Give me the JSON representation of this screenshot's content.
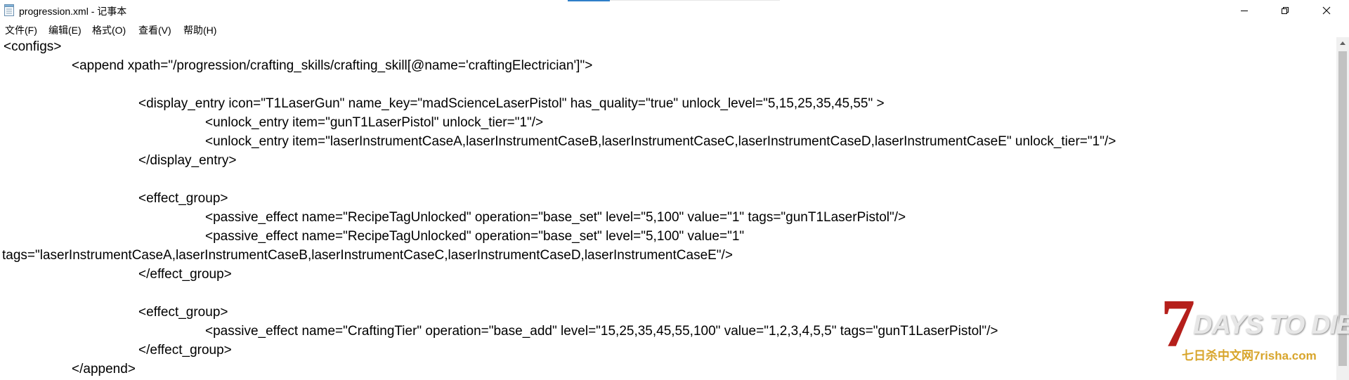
{
  "window": {
    "title": "progression.xml - 记事本",
    "icons": {
      "app": "notepad-icon",
      "minimize": "minimize-icon",
      "maximize": "restore-icon",
      "close": "close-icon"
    }
  },
  "menu": {
    "items": [
      {
        "label": "文件(F)"
      },
      {
        "label": "编辑(E)"
      },
      {
        "label": "格式(O)"
      },
      {
        "label": "查看(V)"
      },
      {
        "label": "帮助(H)"
      }
    ]
  },
  "editor": {
    "lines": [
      "<configs>",
      "<append xpath=\"/progression/crafting_skills/crafting_skill[@name='craftingElectrician']\">",
      "",
      "<display_entry icon=\"T1LaserGun\" name_key=\"madScienceLaserPistol\" has_quality=\"true\" unlock_level=\"5,15,25,35,45,55\" >",
      "<unlock_entry item=\"gunT1LaserPistol\" unlock_tier=\"1\"/>",
      "<unlock_entry item=\"laserInstrumentCaseA,laserInstrumentCaseB,laserInstrumentCaseC,laserInstrumentCaseD,laserInstrumentCaseE\" unlock_tier=\"1\"/>",
      "</display_entry>",
      "",
      "<effect_group>",
      "<passive_effect name=\"RecipeTagUnlocked\" operation=\"base_set\" level=\"5,100\" value=\"1\" tags=\"gunT1LaserPistol\"/>",
      "<passive_effect name=\"RecipeTagUnlocked\" operation=\"base_set\" level=\"5,100\" value=\"1\"",
      "tags=\"laserInstrumentCaseA,laserInstrumentCaseB,laserInstrumentCaseC,laserInstrumentCaseD,laserInstrumentCaseE\"/>",
      "</effect_group>",
      "",
      "<effect_group>",
      "<passive_effect name=\"CraftingTier\" operation=\"base_add\" level=\"15,25,35,45,55,100\" value=\"1,2,3,4,5,5\" tags=\"gunT1LaserPistol\"/>",
      "</effect_group>",
      "</append>"
    ]
  },
  "watermark": {
    "seven": "7",
    "main": "DAYS TO DIE",
    "sub": "七日杀中文网7risha.com"
  },
  "colors": {
    "watermark_red": "#b51f1b",
    "watermark_gold": "#d8a52b",
    "title_accent": "#2f7fc9"
  }
}
